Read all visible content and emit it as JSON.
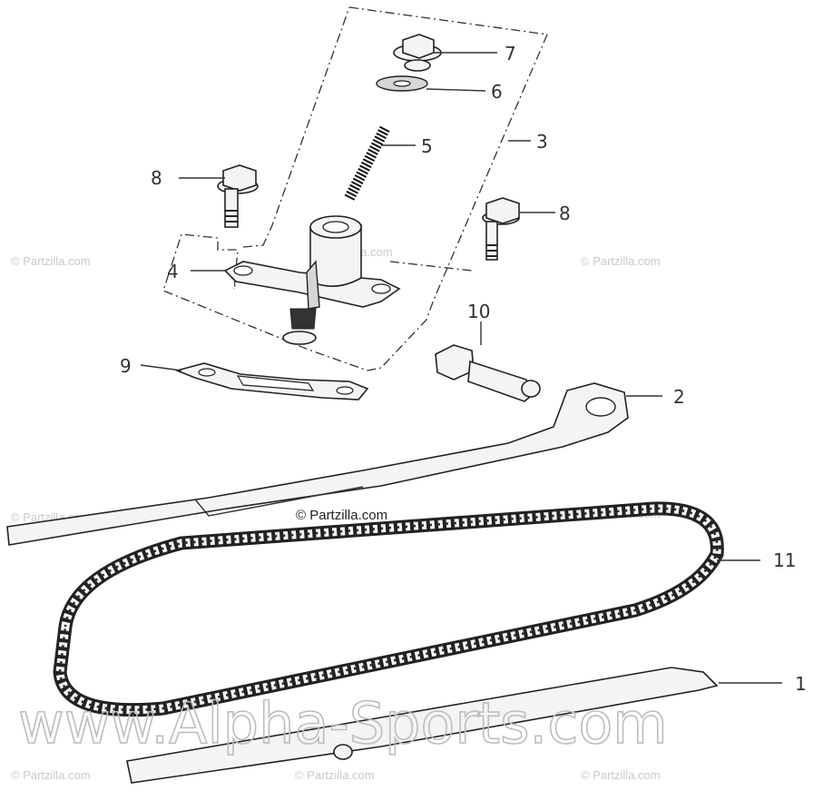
{
  "callouts": {
    "c1": "1",
    "c2": "2",
    "c3": "3",
    "c4": "4",
    "c5": "5",
    "c6": "6",
    "c7": "7",
    "c8a": "8",
    "c8b": "8",
    "c9": "9",
    "c10": "10",
    "c11": "11"
  },
  "watermarks": {
    "center": "© Partzilla.com",
    "faint": "© Partzilla.com",
    "large": "www.Alpha-Sports.com"
  },
  "colors": {
    "line": "#222222",
    "part_fill": "#f4f4f4",
    "watermark": "#c9c9c9"
  }
}
